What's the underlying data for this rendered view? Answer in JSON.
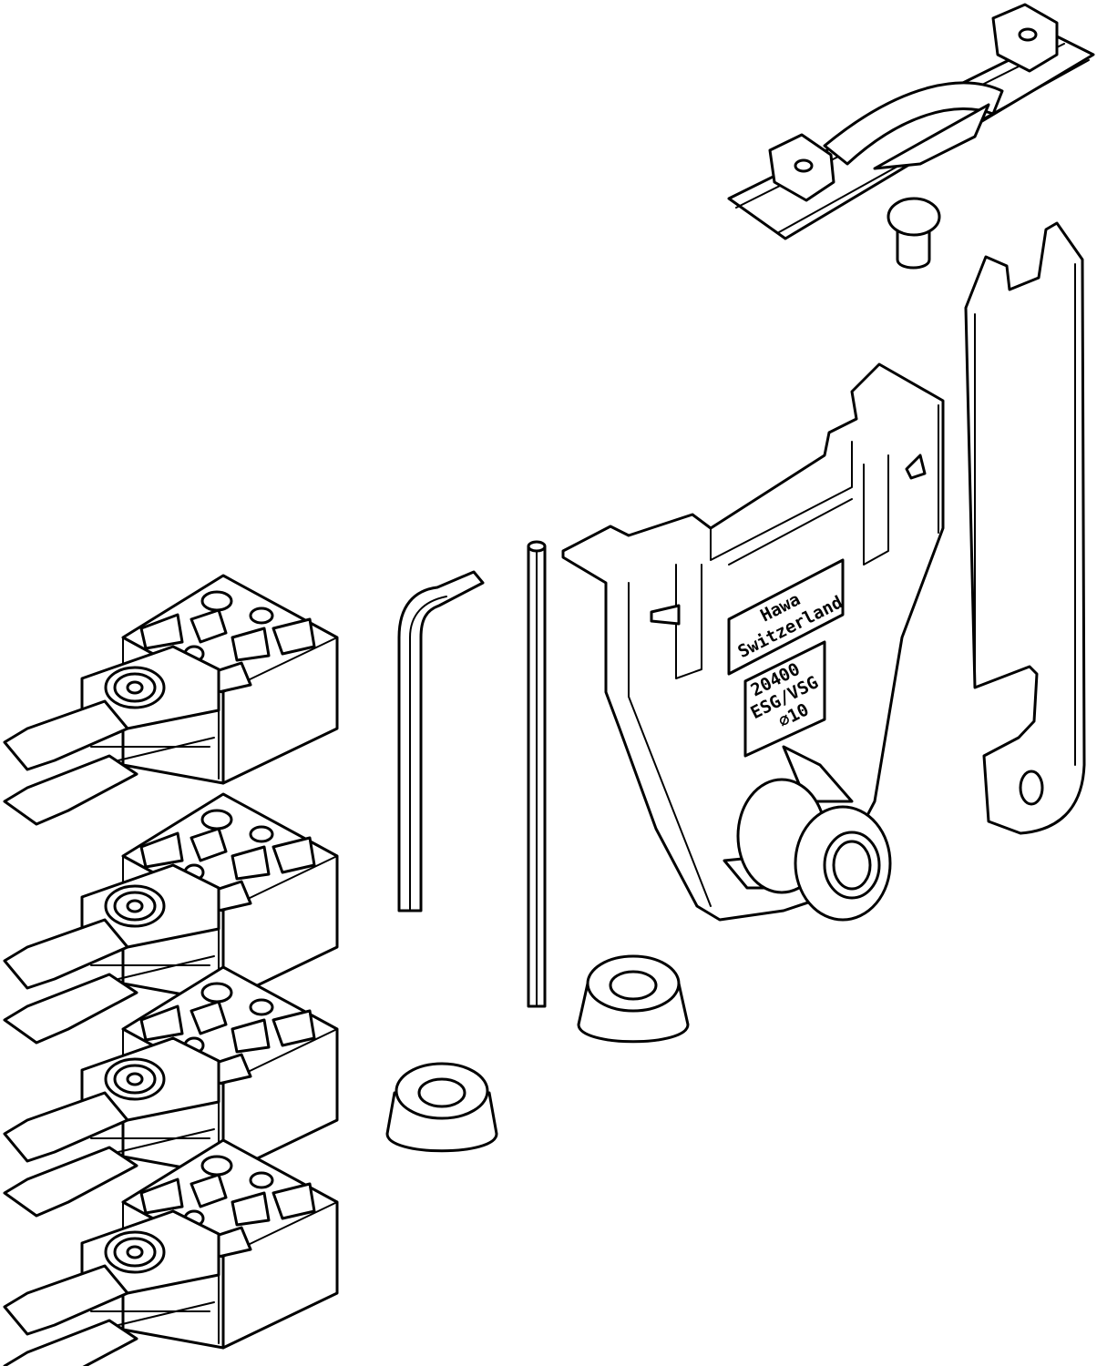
{
  "colors": {
    "line": "#000000",
    "fill": "#ffffff"
  },
  "bracket_label_top": {
    "line1": "Hawa",
    "line2": "Switzerland"
  },
  "bracket_label_bottom": {
    "line1": "20400",
    "line2": "ESG/VSG",
    "line3": "⌀10"
  },
  "parts": {
    "clamp_jaw_count": 4,
    "rubber_buffer_count": 2
  }
}
